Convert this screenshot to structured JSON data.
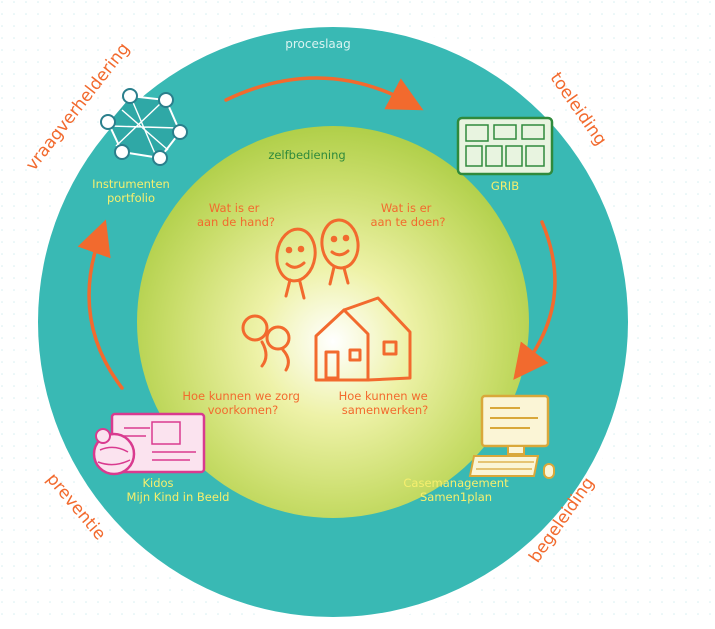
{
  "title": "",
  "ring": {
    "label": "proceslaag",
    "color": "#39b9b4"
  },
  "center": {
    "label": "zelfbediening",
    "questions": [
      "Wat is er aan de hand?",
      "Wat is er aan te doen?",
      "Hoe kunnen we zorg voorkomen?",
      "Hoe kunnen we samenwerken?"
    ],
    "gradient": [
      "#ffffff",
      "#e4eb8a",
      "#b5d24c"
    ]
  },
  "phases": [
    "vraagverheldering",
    "toeleiding",
    "begeleiding",
    "preventie"
  ],
  "instruments": [
    {
      "lines": [
        "Instrumenten",
        "portfolio"
      ],
      "icon": "instruments-network-icon"
    },
    {
      "lines": [
        "GRIB"
      ],
      "icon": "grib-screen-icon"
    },
    {
      "lines": [
        "Casemanagement",
        "Samen1plan"
      ],
      "icon": "computer-icon"
    },
    {
      "lines": [
        "Kidos",
        "Mijn Kind in Beeld"
      ],
      "icon": "child-screen-icon"
    }
  ],
  "colors": {
    "orange": "#f26a2e",
    "yellow_text": "#f6ef6e",
    "green_text": "#2f8a3c",
    "ring_light": "#d9f3f1"
  }
}
